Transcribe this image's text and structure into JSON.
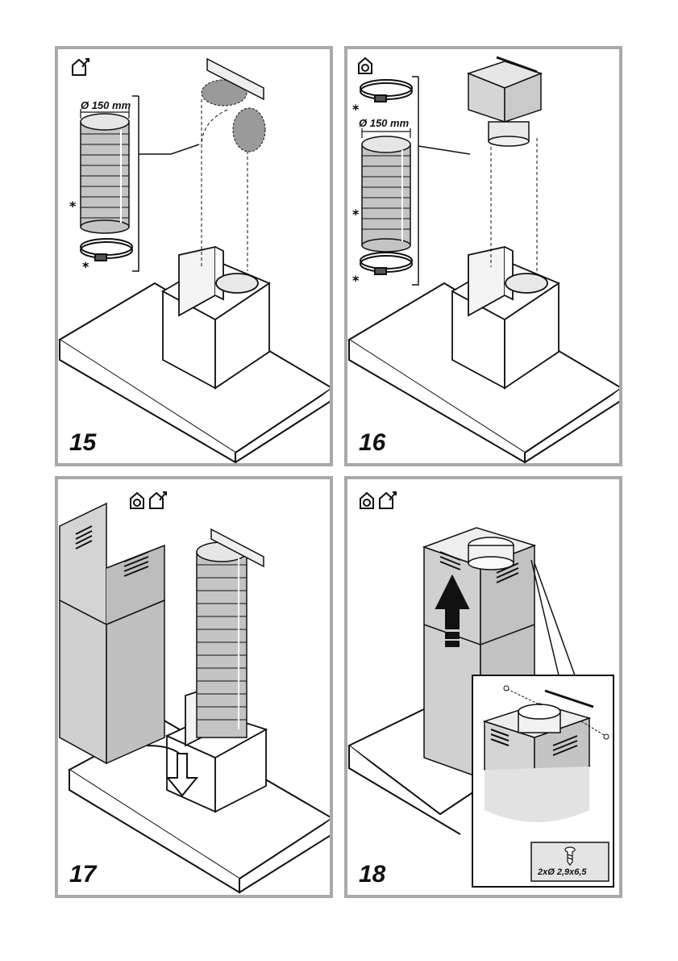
{
  "panels": [
    {
      "step": "15",
      "duct_diameter": "Ø 150 mm",
      "modes": [
        "ducted-vent-icon"
      ]
    },
    {
      "step": "16",
      "duct_diameter": "Ø 150 mm",
      "modes": [
        "recirculation-icon"
      ]
    },
    {
      "step": "17",
      "modes": [
        "recirculation-icon",
        "ducted-vent-icon"
      ]
    },
    {
      "step": "18",
      "modes": [
        "recirculation-icon",
        "ducted-vent-icon"
      ],
      "screw_spec": "2xØ 2,9x6,5"
    }
  ],
  "colors": {
    "frame": "#a9a9a9",
    "stainless": "#d0d0d0",
    "duct": "#c4c4c4",
    "line": "#111111"
  }
}
